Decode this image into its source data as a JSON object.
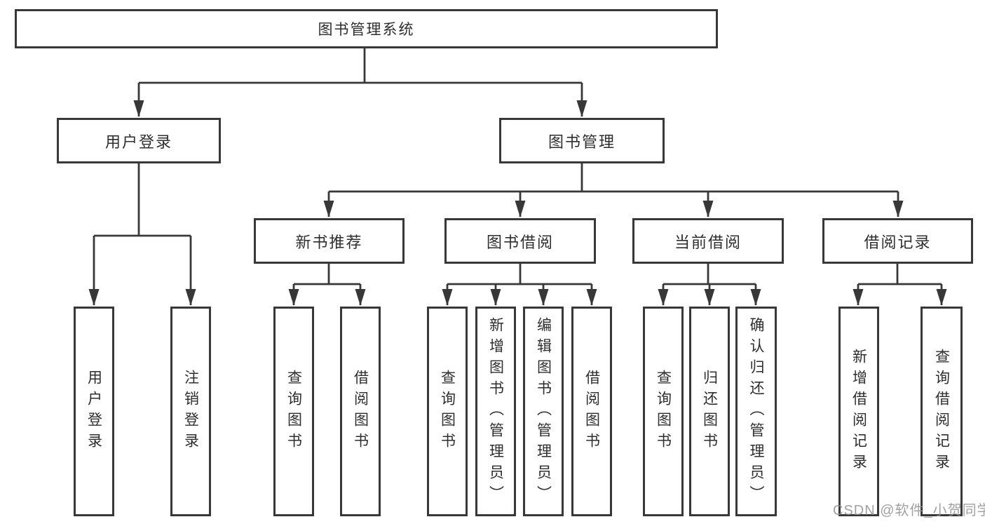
{
  "diagram": {
    "watermark": "CSDN @软件_小贺同学",
    "colors": {
      "line": "#383838",
      "box_border": "#383838",
      "text": "#2e2e2e",
      "background": "#ffffff",
      "watermark": "#919191"
    },
    "tree": {
      "root": {
        "label": "图书管理系统"
      },
      "branches": [
        {
          "label": "用户登录",
          "children": [
            {
              "label": "用户登录"
            },
            {
              "label": "注销登录"
            }
          ]
        },
        {
          "label": "图书管理",
          "children": [
            {
              "label": "新书推荐",
              "children": [
                {
                  "label": "查询图书"
                },
                {
                  "label": "借阅图书"
                }
              ]
            },
            {
              "label": "图书借阅",
              "children": [
                {
                  "label": "查询图书"
                },
                {
                  "label": "新增图书（管理员）"
                },
                {
                  "label": "编辑图书（管理员）"
                },
                {
                  "label": "借阅图书"
                }
              ]
            },
            {
              "label": "当前借阅",
              "children": [
                {
                  "label": "查询图书"
                },
                {
                  "label": "归还图书"
                },
                {
                  "label": "确认归还（管理员）"
                }
              ]
            },
            {
              "label": "借阅记录",
              "children": [
                {
                  "label": "新增借阅记录"
                },
                {
                  "label": "查询借阅记录"
                }
              ]
            }
          ]
        }
      ]
    }
  }
}
